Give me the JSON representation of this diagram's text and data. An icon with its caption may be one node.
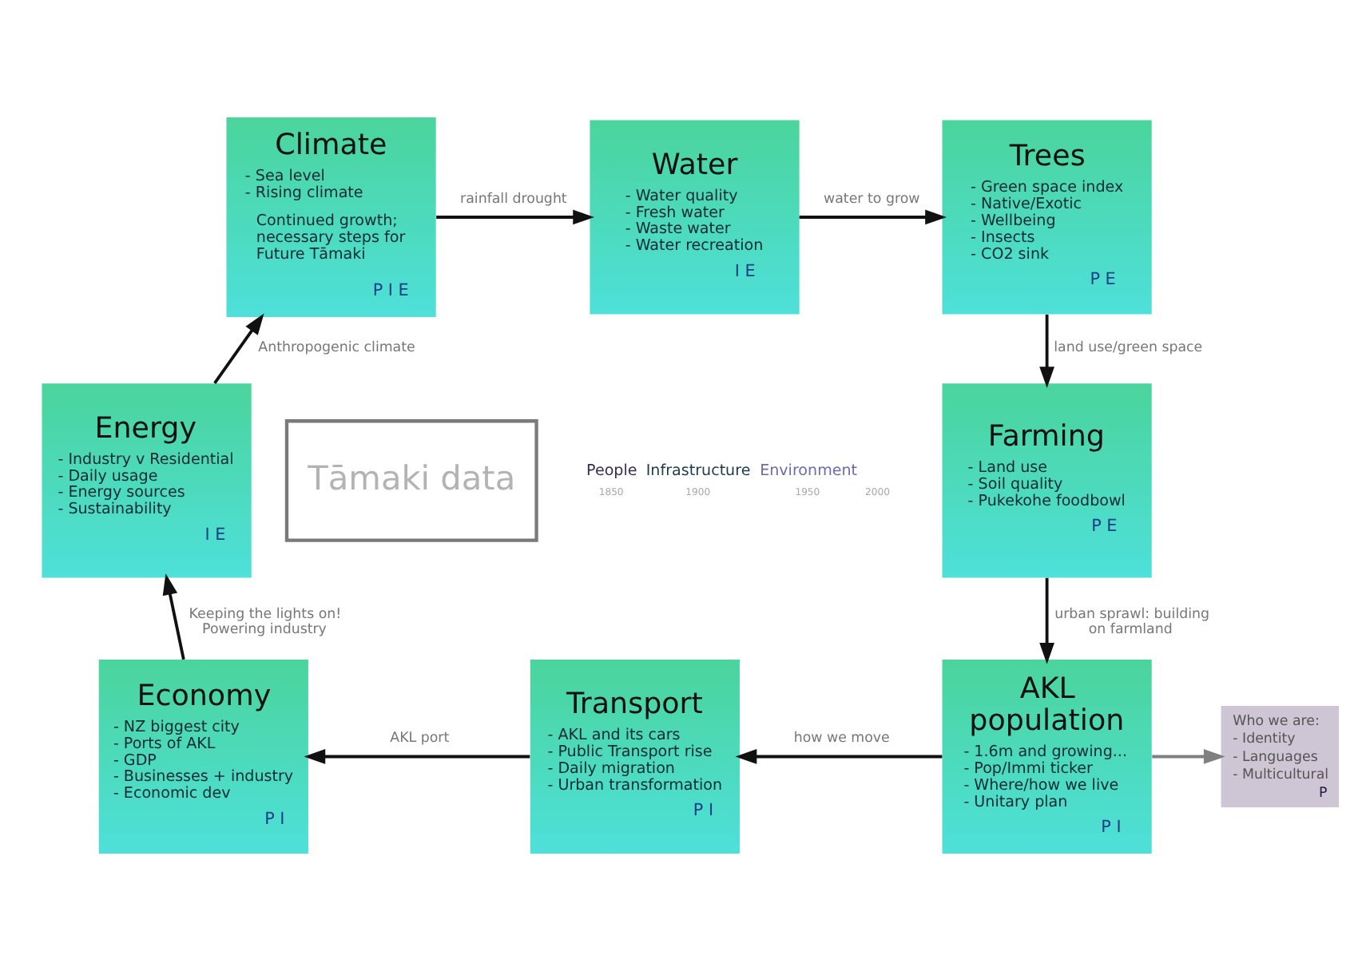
{
  "diagram": {
    "nodes": [
      {
        "text": [
          "Climate",
          "- Sea level",
          "- Rising climate",
          "Continued growth; necessary steps for Future Tāmaki",
          "P I E"
        ]
      },
      {
        "text": [
          "Water",
          "- Water quality",
          "- Fresh water",
          "- Waste water",
          "- Water recreation",
          "I E"
        ]
      },
      {
        "text": [
          "Trees",
          "- Green space index",
          "- Native/Exotic",
          "- Wellbeing",
          "- Insects",
          "- CO2 sink",
          "P E"
        ]
      },
      {
        "text": [
          "Energy",
          "- Industry v Residential",
          "- Daily usage",
          "- Energy sources",
          "- Sustainability",
          "I E"
        ]
      },
      {
        "text": [
          "Tāmaki data"
        ]
      },
      {
        "text": [
          "Farming",
          "- Land use",
          "- Soil quality",
          "- Pukekohe foodbowl",
          "P E"
        ]
      },
      {
        "text": [
          "Economy",
          "- NZ biggest city",
          "- Ports of AKL",
          "- GDP",
          "- Businesses + industry",
          "- Economic dev",
          "P I"
        ]
      },
      {
        "text": [
          "Transport",
          "- AKL and its cars",
          "- Public Transport rise",
          "- Daily migration",
          "- Urban transformation",
          "P I"
        ]
      },
      {
        "text": [
          "AKL population",
          "- 1.6m and growing...",
          "- Pop/Immi ticker",
          "- Where/how we live",
          "- Unitary plan",
          "P I"
        ]
      },
      {
        "text": [
          "Who we are:",
          "- Identity",
          "- Languages",
          "- Multicultural",
          "P"
        ]
      }
    ],
    "edges": [
      {
        "from": 0,
        "to": 1,
        "arrow": "to",
        "label": "rainfall drought"
      },
      {
        "from": 1,
        "to": 2,
        "arrow": "to",
        "label": "water to grow"
      },
      {
        "from": 2,
        "to": 5,
        "arrow": "to",
        "label": "land use/green space"
      },
      {
        "from": 5,
        "to": 8,
        "arrow": "to",
        "label": "urban sprawl: building on farmland"
      },
      {
        "from": 8,
        "to": 7,
        "arrow": "to",
        "label": "how we move"
      },
      {
        "from": 7,
        "to": 6,
        "arrow": "to",
        "label": "AKL port"
      },
      {
        "from": 6,
        "to": 3,
        "arrow": "to",
        "label": "Keeping the lights on! Powering industry"
      },
      {
        "from": 3,
        "to": 0,
        "arrow": "to",
        "label": "Anthropogenic climate"
      },
      {
        "from": 8,
        "to": 9,
        "arrow": "to",
        "color": "#808080"
      }
    ],
    "labels": [
      "People",
      "Infrastructure",
      "Environment",
      "1850",
      "1900",
      "1950",
      "2000"
    ]
  }
}
